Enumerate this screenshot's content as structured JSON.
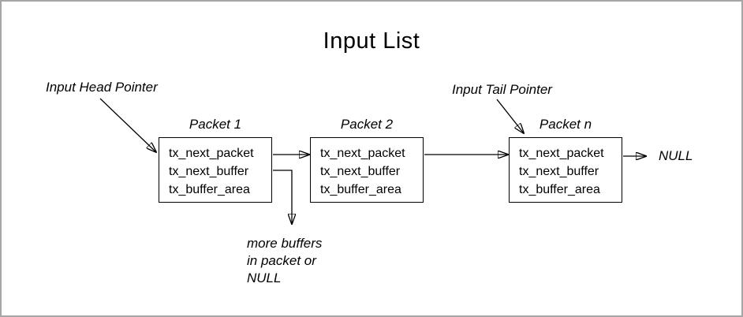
{
  "title": "Input List",
  "labels": {
    "head_pointer": "Input Head Pointer",
    "tail_pointer": "Input Tail Pointer",
    "null_terminator": "NULL",
    "more_buffers": "more buffers\nin packet or\nNULL"
  },
  "packets": [
    {
      "label": "Packet 1",
      "fields": [
        "tx_next_packet",
        "tx_next_buffer",
        "tx_buffer_area"
      ]
    },
    {
      "label": "Packet 2",
      "fields": [
        "tx_next_packet",
        "tx_next_buffer",
        "tx_buffer_area"
      ]
    },
    {
      "label": "Packet n",
      "fields": [
        "tx_next_packet",
        "tx_next_buffer",
        "tx_buffer_area"
      ]
    }
  ],
  "colors": {
    "background": "#ffffff",
    "line": "#000000",
    "frame_border": "#a6a6a6"
  }
}
